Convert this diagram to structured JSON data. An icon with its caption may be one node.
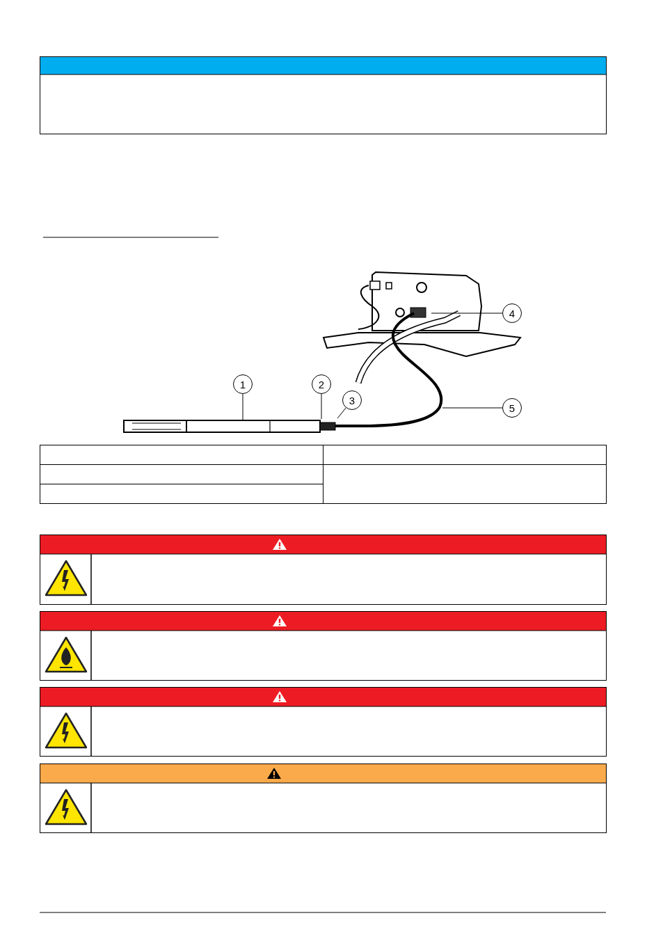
{
  "diagram": {
    "nodes": [
      {
        "text": [
          "1"
        ]
      },
      {
        "text": [
          "2"
        ]
      },
      {
        "text": [
          "3"
        ]
      },
      {
        "text": [
          "4"
        ]
      },
      {
        "text": [
          "5"
        ]
      }
    ],
    "edges": [
      {
        "from": 0,
        "to": null,
        "arrow": "none"
      },
      {
        "from": 1,
        "to": null,
        "arrow": "none"
      },
      {
        "from": 2,
        "to": null,
        "arrow": "none"
      },
      {
        "from": 3,
        "to": null,
        "arrow": "none"
      },
      {
        "from": 4,
        "to": null,
        "arrow": "none"
      }
    ]
  }
}
